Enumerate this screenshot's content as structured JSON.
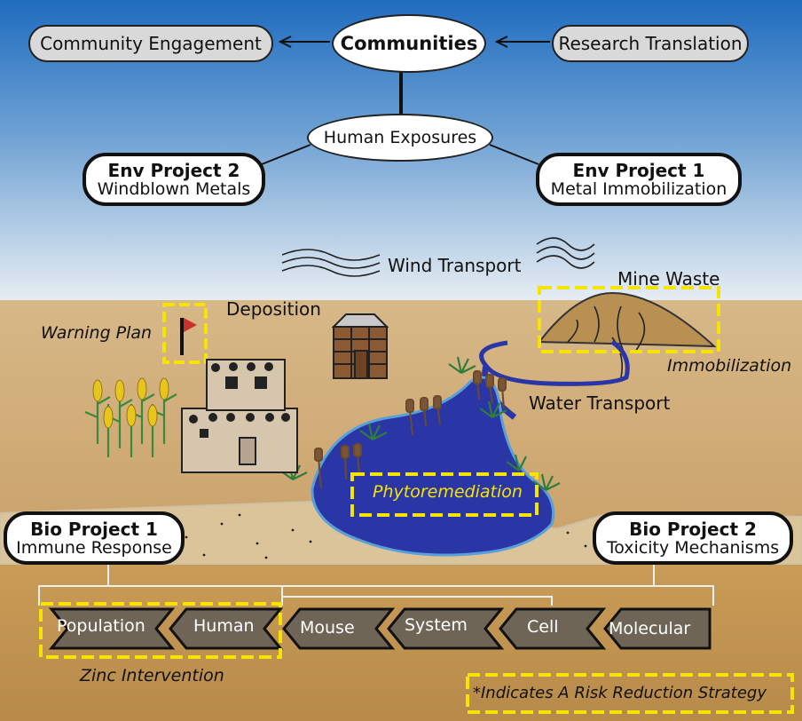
{
  "top": {
    "left_label": "Community Engagement",
    "center_label": "Communities",
    "right_label": "Research Translation"
  },
  "exposure_label": "Human Exposures",
  "projects": {
    "env2": {
      "title": "Env Project 2",
      "subtitle": "Windblown Metals"
    },
    "env1": {
      "title": "Env Project 1",
      "subtitle": "Metal Immobilization"
    },
    "bio1": {
      "title": "Bio Project 1",
      "subtitle": "Immune Response"
    },
    "bio2": {
      "title": "Bio Project 2",
      "subtitle": "Toxicity Mechanisms"
    }
  },
  "scene_labels": {
    "wind": "Wind Transport",
    "mine": "Mine Waste",
    "deposition": "Deposition",
    "warning": "Warning Plan",
    "immobilization": "Immobilization",
    "water": "Water Transport",
    "phyto": "Phytoremediation"
  },
  "scale_steps": [
    "Population",
    "Human",
    "Mouse",
    "System",
    "Cell",
    "Molecular"
  ],
  "zinc_label": "Zinc Intervention",
  "footnote": "*Indicates A Risk Reduction Strategy",
  "colors": {
    "sky_top": "#1f6cbf",
    "sky_bottom": "#e6eef5",
    "ground": "#d2b07e",
    "pond": "#2a35a6",
    "highlight": "#f5e400",
    "chevron": "#6f6557"
  }
}
